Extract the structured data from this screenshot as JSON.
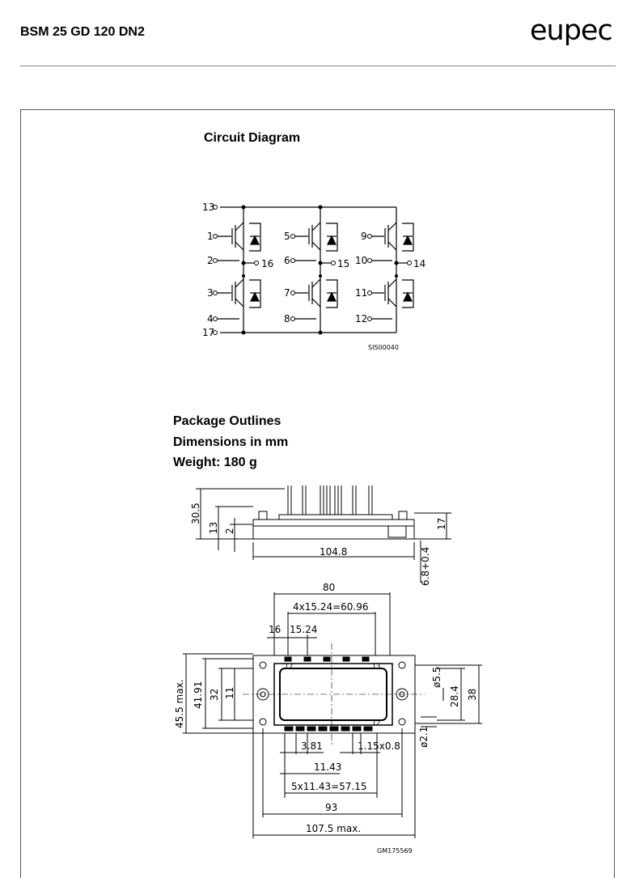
{
  "header": {
    "title": "BSM 25 GD 120 DN2",
    "brand": "eupec"
  },
  "circuit": {
    "heading": "Circuit Diagram",
    "ref": "SIS00040",
    "terminals": [
      "1",
      "2",
      "3",
      "4",
      "5",
      "6",
      "7",
      "8",
      "9",
      "10",
      "11",
      "12",
      "13",
      "14",
      "15",
      "16",
      "17"
    ]
  },
  "package": {
    "heading": "Package Outlines",
    "dimensions_line": "Dimensions in mm",
    "weight_line": "Weight: 180 g",
    "ref": "GM175569",
    "dims": {
      "side_height": "30.5",
      "side_13": "13",
      "side_2": "2",
      "side_17": "17",
      "side_len": "104.8",
      "side_pin": "6.8+0.4",
      "top_80": "80",
      "top_pitch": "4x15.24=60.96",
      "top_16": "16",
      "top_15": "15.24",
      "left_max": "45.5 max.",
      "left_4191": "41.91",
      "left_32": "32",
      "left_11": "11",
      "right_55": "ø5.5",
      "right_284": "28.4",
      "right_38": "38",
      "right_21": "ø2.1",
      "bot_381": "3.81",
      "bot_pin": "1.15x0.8",
      "bot_1143": "11.43",
      "bot_5x": "5x11.43=57.15",
      "bot_93": "93",
      "bot_1075": "107.5 max.",
      "pin_17": "17",
      "pin_13": "13",
      "pin_12": "12"
    }
  }
}
